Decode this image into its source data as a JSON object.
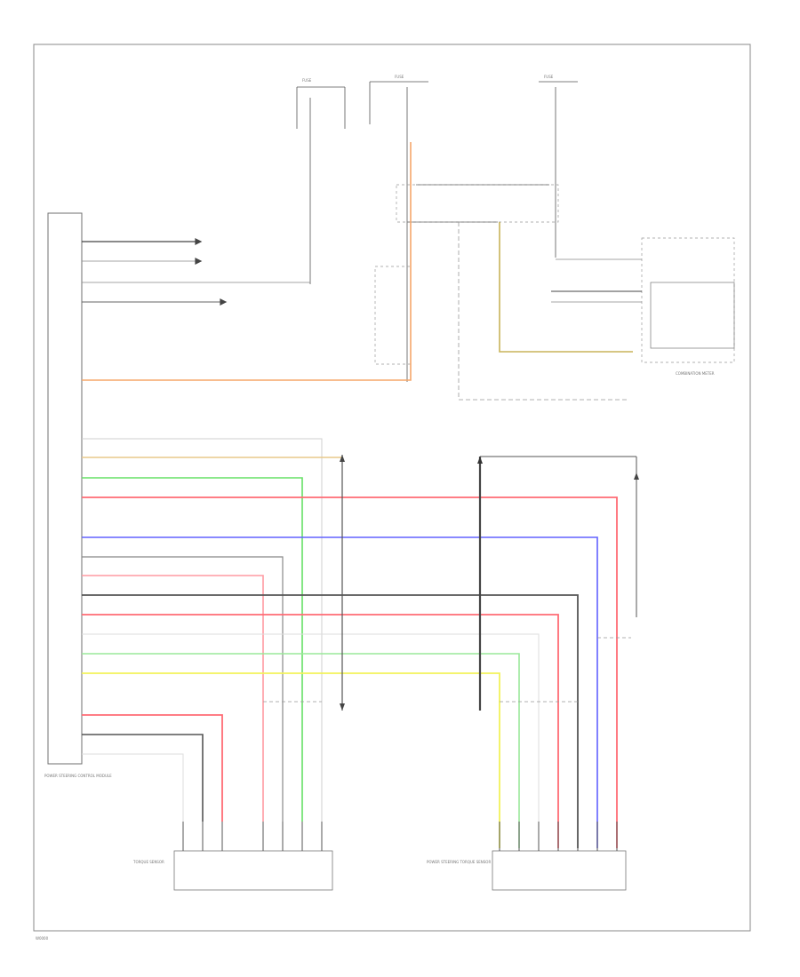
{
  "colors": {
    "orange": "#f5a76a",
    "tan": "#e8c98a",
    "green": "#66e066",
    "red": "#ff6b74",
    "blue": "#6262ff",
    "gray": "#777777",
    "dark": "#444444",
    "pink": "#ff9aa2",
    "light_green": "#9ae89a",
    "yellow": "#f2f25a",
    "gold": "#c8b45a",
    "light_gray": "#cfcfcf",
    "frame": "#8a8a8a"
  },
  "labels": {
    "power_steering_ecu": "POWER STEERING CONTROL MODULE",
    "torque_sensor_left": "TORQUE SENSOR",
    "torque_sensor_right": "POWER STEERING TORQUE SENSOR",
    "combination_meter": "COMBINATION METER",
    "fuse_left": "FUSE",
    "fuse_mid": "FUSE",
    "fuse_right": "FUSE",
    "page_id": "W0000"
  }
}
